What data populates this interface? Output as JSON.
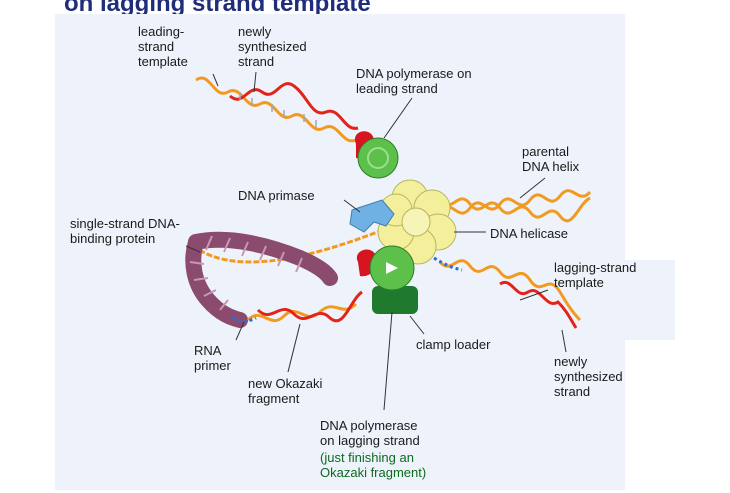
{
  "heading": "on lagging strand template",
  "labels": {
    "leading_template": "leading-\nstrand\ntemplate",
    "newly_synth_top": "newly\nsynthesized\nstrand",
    "pol_leading": "DNA polymerase on\nleading strand",
    "parental": "parental\nDNA helix",
    "primase": "DNA primase",
    "ssb": "single-strand DNA-\nbinding protein",
    "helicase": "DNA helicase",
    "lagging_template": "lagging-strand\ntemplate",
    "clamp_loader": "clamp loader",
    "rna_primer": "RNA\nprimer",
    "okazaki": "new Okazaki\nfragment",
    "newly_synth_bottom": "newly\nsynthesized\nstrand",
    "pol_lagging": "DNA polymerase\non lagging strand",
    "pol_lagging_note": "(just finishing an\nOkazaki fragment)"
  },
  "colors": {
    "template_strand": "#f29a1f",
    "new_strand": "#e2231a",
    "polymerase": "#5cc04a",
    "helicase": "#f3ef9a",
    "clamp": "#d8141e",
    "clamp_loader": "#1f7a2e",
    "ssb": "#8a4b6e",
    "primase": "#6fb1e3",
    "rna_primer": "#2a6fd6",
    "page_background": "#eef3fb"
  }
}
